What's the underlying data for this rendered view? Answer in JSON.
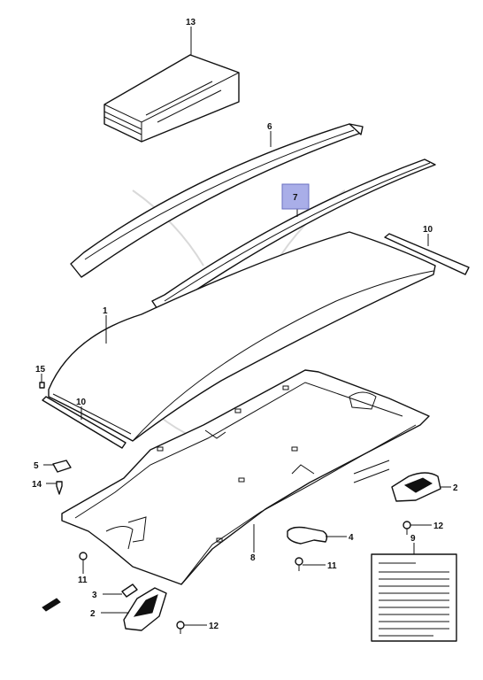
{
  "callouts": {
    "c13": "13",
    "c6": "6",
    "c7": "7",
    "c10a": "10",
    "c1": "1",
    "c15": "15",
    "c10b": "10",
    "c5": "5",
    "c14": "14",
    "c2a": "2",
    "c12a": "12",
    "c9": "9",
    "c4": "4",
    "c8": "8",
    "c11a": "11",
    "c3": "3",
    "c11b": "11",
    "c2b": "2",
    "c12b": "12"
  },
  "highlighted_callout": "7",
  "colors": {
    "highlight": "#a9aee8",
    "ink": "#111111"
  }
}
